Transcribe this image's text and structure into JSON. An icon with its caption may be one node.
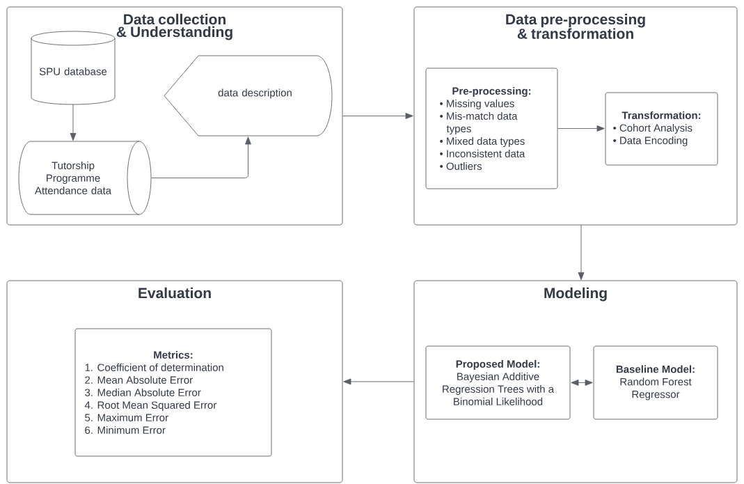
{
  "diagram": {
    "nodes": [
      {
        "text": [
          "Data collection & Understanding"
        ]
      },
      {
        "text": [
          "SPU database"
        ],
        "in": 0
      },
      {
        "text": [
          "data description"
        ],
        "in": 0
      },
      {
        "text": [
          "Tutorship Programme Attendance data"
        ],
        "in": 0
      },
      {
        "text": [
          "Data pre-processing & transformation"
        ]
      },
      {
        "text": [
          "Pre-processing:",
          "• Missing values",
          "• Mis-match data types",
          "• Mixed data types",
          "• Inconsistent data",
          "• Outliers"
        ],
        "in": 4
      },
      {
        "text": [
          "Transformation:",
          "• Cohort Analysis",
          "• Data Encoding"
        ],
        "in": 4
      },
      {
        "text": [
          "Evaluation"
        ]
      },
      {
        "text": [
          "Metrics:",
          "1. Coefficient of determination",
          "2. Mean Absolute Error",
          "3. Median Absolute Error",
          "4. Root Mean Squared Error",
          "5. Maximum Error",
          "6. Minimum Error"
        ],
        "in": 7
      },
      {
        "text": [
          "Modeling"
        ]
      },
      {
        "text": [
          "Proposed Model:",
          "Bayesian Additive Regression Trees with a Binomial Likelihood"
        ],
        "in": 9
      },
      {
        "text": [
          "Baseline Model:",
          "Random Forest Regressor"
        ],
        "in": 9
      }
    ],
    "edges": [
      {
        "from": 1,
        "to": 3,
        "arrow": "to"
      },
      {
        "from": 3,
        "to": 2,
        "arrow": "to"
      },
      {
        "from": 0,
        "to": 4,
        "arrow": "to"
      },
      {
        "from": 5,
        "to": 6,
        "arrow": "to"
      },
      {
        "from": 4,
        "to": 9,
        "arrow": "to"
      },
      {
        "from": 9,
        "to": 7,
        "arrow": "to"
      },
      {
        "from": 10,
        "to": 11,
        "arrow": "both"
      }
    ]
  }
}
